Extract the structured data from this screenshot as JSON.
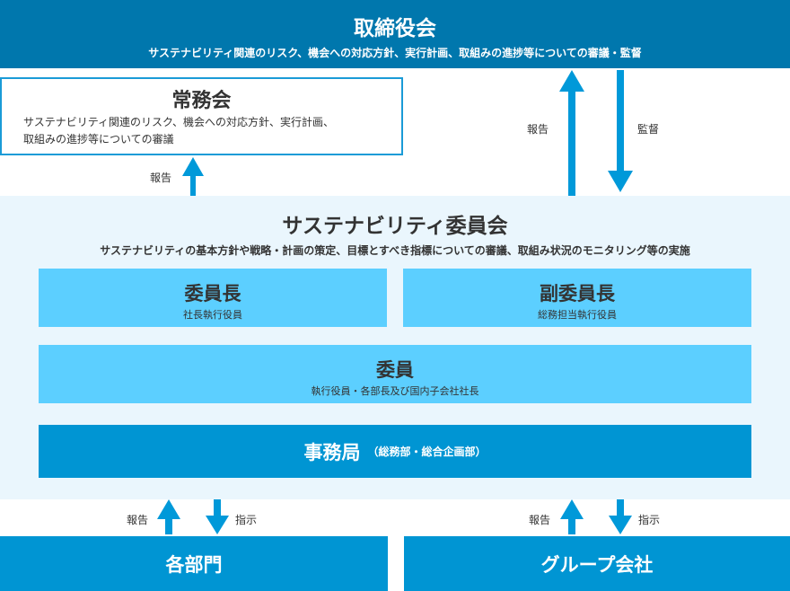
{
  "board": {
    "title": "取締役会",
    "desc": "サステナビリティ関連のリスク、機会への対応方針、実行計画、取組みの進捗等についての審議・監督"
  },
  "jomukai": {
    "title": "常務会",
    "desc_line1": "サステナビリティ関連のリスク、機会への対応方針、実行計画、",
    "desc_line2": "取組みの進捗等についての審議"
  },
  "committee": {
    "title": "サステナビリティ委員会",
    "desc": "サステナビリティの基本方針や戦略・計画の策定、目標とすべき指標についての審議、取組み状況のモニタリング等の実施",
    "chair": {
      "title": "委員長",
      "desc": "社長執行役員"
    },
    "vice_chair": {
      "title": "副委員長",
      "desc": "総務担当執行役員"
    },
    "members": {
      "title": "委員",
      "desc": "執行役員・各部長及び国内子会社社長"
    },
    "secretariat": {
      "title": "事務局",
      "desc": "（総務部・総合企画部）"
    }
  },
  "bottom": {
    "departments": "各部門",
    "group": "グループ会社"
  },
  "labels": {
    "report": "報告",
    "supervise": "監督",
    "instruct": "指示"
  },
  "colors": {
    "board": "#0077ad",
    "accent": "#0095d3",
    "light": "#5ccfff",
    "bg": "#eaf6fd"
  }
}
